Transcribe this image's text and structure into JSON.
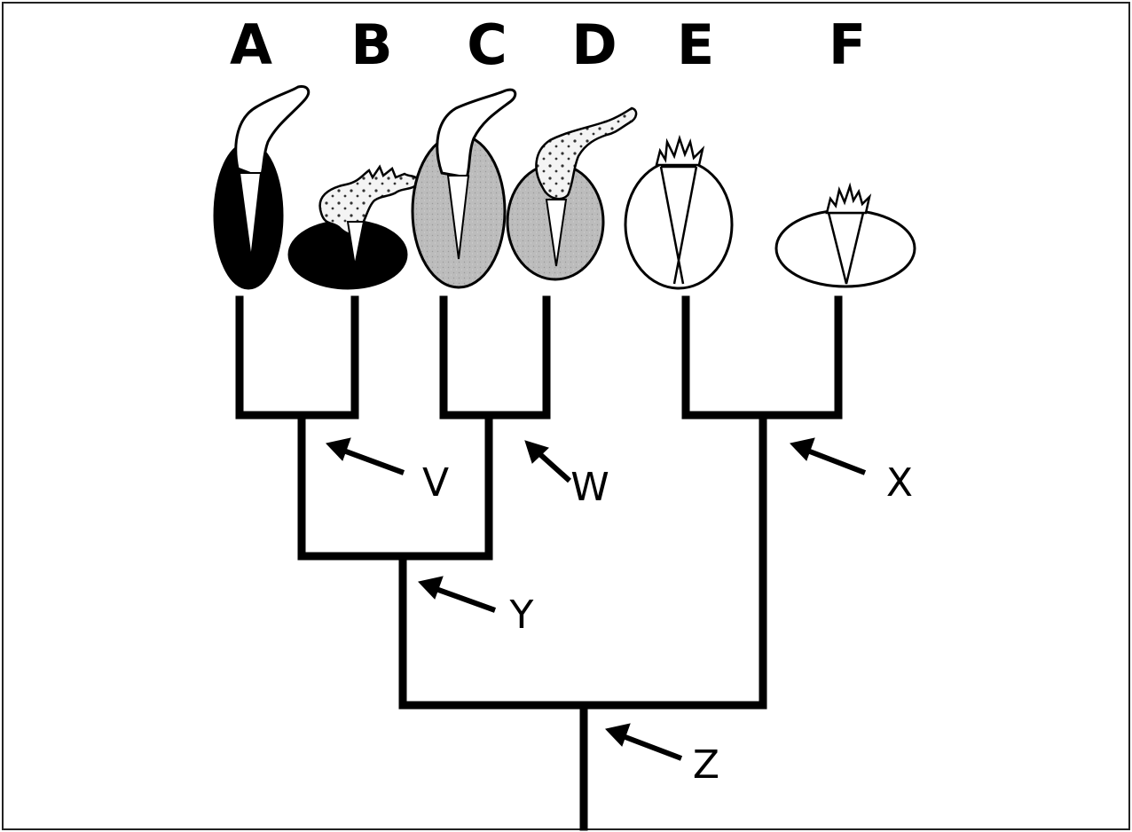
{
  "colors": {
    "background": "#ffffff",
    "line": "#000000",
    "black_fill": "#000000",
    "gray_fill": "#bdbdbd",
    "white_fill": "#ffffff",
    "stipple_fill": "#f2f2f2",
    "border": "#222222"
  },
  "taxa": [
    {
      "label": "A",
      "body_fill": "black",
      "appendage": "curved-hook"
    },
    {
      "label": "B",
      "body_fill": "black",
      "appendage": "stippled-jagged"
    },
    {
      "label": "C",
      "body_fill": "gray",
      "appendage": "curved-hook"
    },
    {
      "label": "D",
      "body_fill": "gray",
      "appendage": "stippled-hook"
    },
    {
      "label": "E",
      "body_fill": "white",
      "appendage": "fringed-tip"
    },
    {
      "label": "F",
      "body_fill": "white",
      "appendage": "fringed-tip"
    }
  ],
  "nodes": [
    {
      "label": "V",
      "joins": [
        "A",
        "B"
      ]
    },
    {
      "label": "W",
      "joins": [
        "C",
        "D"
      ]
    },
    {
      "label": "X",
      "joins": [
        "E",
        "F"
      ]
    },
    {
      "label": "Y",
      "joins": [
        "V",
        "W"
      ]
    },
    {
      "label": "Z",
      "joins": [
        "Y",
        "X"
      ]
    }
  ]
}
